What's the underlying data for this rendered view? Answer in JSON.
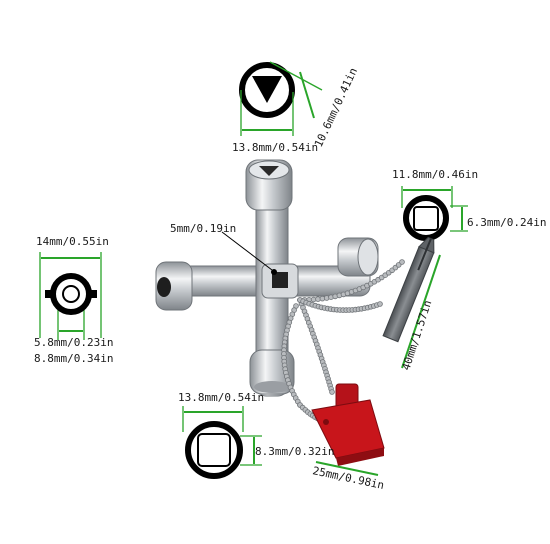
{
  "labels": {
    "triangle_width": "13.8mm/0.54in",
    "triangle_height": "10.6mm/0.41in",
    "center_socket": "5mm/0.19in",
    "square_small_width": "11.8mm/0.46in",
    "square_small_height": "6.3mm/0.24in",
    "round_outer": "14mm/0.55in",
    "round_inner": "5.8mm/0.23in",
    "round_pin": "8.8mm/0.34in",
    "bit_length": "40mm/1.57in",
    "square_large_width": "13.8mm/0.54in",
    "square_large_height": "8.3mm/0.32in",
    "red_key_length": "25mm/0.98in"
  },
  "colors": {
    "dimension_lines": "#2aa52a",
    "socket_outline": "#000000",
    "red_key": "#c8151b",
    "chrome": "#c9ccd0",
    "bit_body": "#6e7276"
  }
}
